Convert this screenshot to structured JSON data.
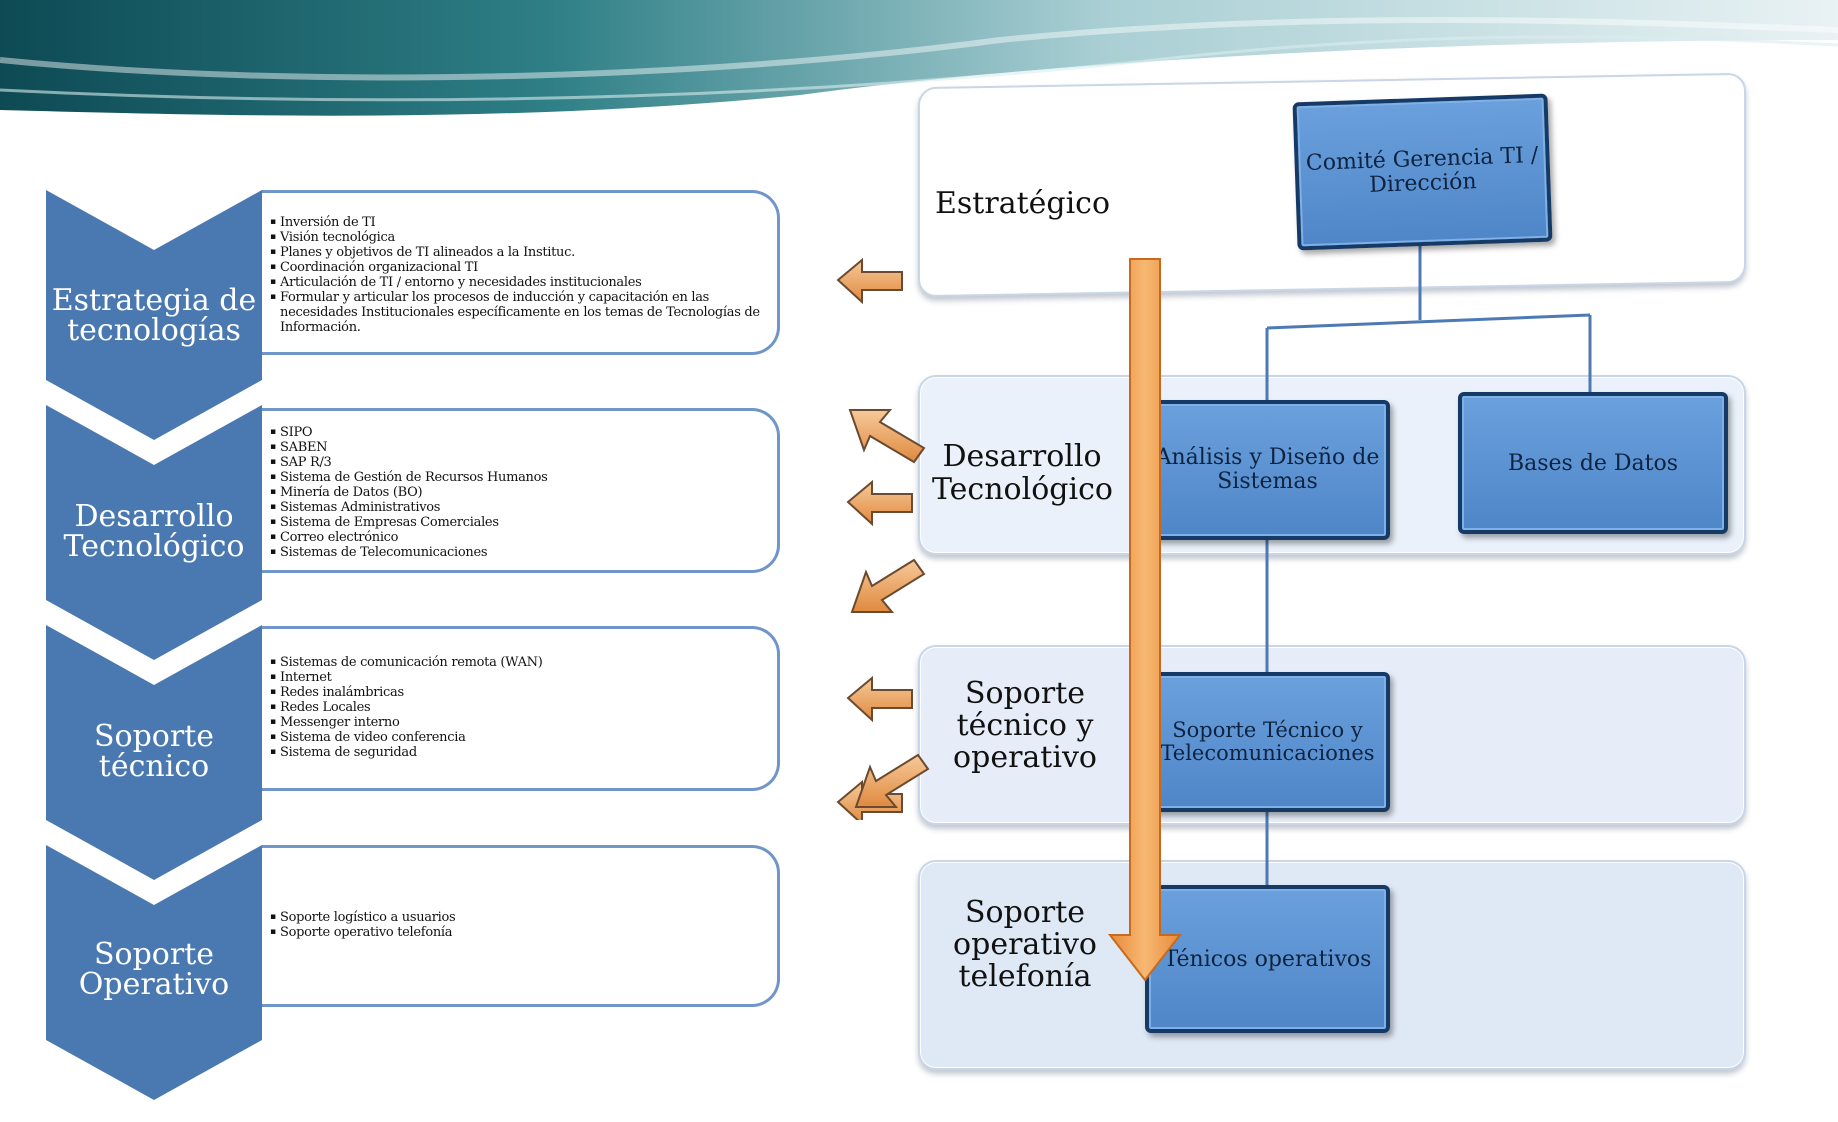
{
  "chevrons": [
    {
      "label": "Estrategia de tecnologías",
      "items": [
        "Inversión de TI",
        "Visión tecnológica",
        "Planes y objetivos de TI alineados a la Instituc.",
        "Coordinación organizacional TI",
        "Articulación de TI / entorno y necesidades institucionales",
        "Formular y articular los procesos de inducción y capacitación  en las necesidades Institucionales específicamente en los temas de Tecnologías de Información."
      ]
    },
    {
      "label": "Desarrollo Tecnológico",
      "items": [
        "SIPO",
        "SABEN",
        "SAP R/3",
        "Sistema de Gestión de Recursos Humanos",
        "Minería de Datos (BO)",
        "Sistemas Administrativos",
        "Sistema de Empresas Comerciales",
        "Correo electrónico",
        "Sistemas de Telecomunicaciones"
      ]
    },
    {
      "label": "Soporte técnico",
      "items": [
        "Sistemas de comunicación remota (WAN)",
        "Internet",
        "Redes inalámbricas",
        "Redes Locales",
        "Messenger interno",
        "Sistema de video conferencia",
        "Sistema de seguridad"
      ]
    },
    {
      "label": "Soporte Operativo",
      "items": [
        "Soporte logístico a usuarios",
        "Soporte operativo telefonía"
      ]
    }
  ],
  "levels": [
    {
      "label": "Estratégico"
    },
    {
      "label": "Desarrollo Tecnológico"
    },
    {
      "label": "Soporte técnico y operativo"
    },
    {
      "label": "Soporte operativo telefonía"
    }
  ],
  "org_boxes": {
    "comite": "Comité Gerencia TI / Dirección",
    "analisis": "Análisis y Diseño de Sistemas",
    "bases": "Bases de Datos",
    "soporte": "Soporte Técnico y Telecomunicaciones",
    "tecnicos": "Ténicos operativos"
  },
  "colors": {
    "chevron_blue": "#4a78b0",
    "box_border": "#6f95c9",
    "org_fill": "#5a90d2",
    "arrow_orange": "#f0a050"
  }
}
